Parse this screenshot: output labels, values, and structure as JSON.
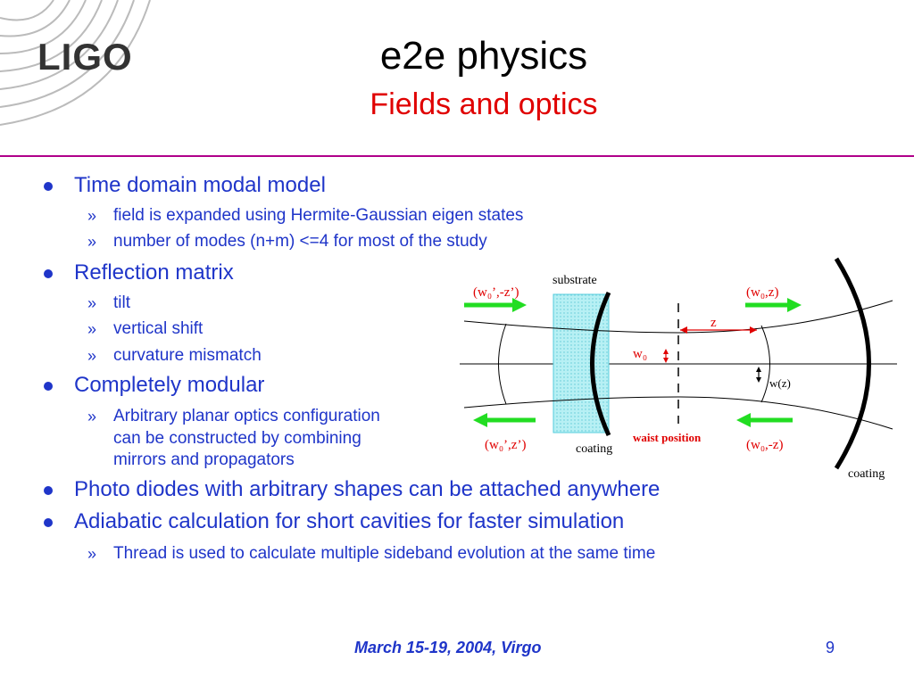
{
  "header": {
    "logo": "LIGO",
    "title": "e2e physics",
    "subtitle": "Fields and optics"
  },
  "bullets": [
    {
      "text": "Time domain modal model",
      "subs": [
        "field is expanded using Hermite-Gaussian eigen states",
        "number of modes (n+m) <=4 for most of the study"
      ]
    },
    {
      "text": "Reflection matrix",
      "subs": [
        "tilt",
        "vertical shift",
        "curvature mismatch"
      ]
    },
    {
      "text": "Completely modular",
      "subs": [
        "Arbitrary planar optics configuration",
        "can be constructed by combining",
        "mirrors and propagators"
      ]
    },
    {
      "text": "Photo diodes with arbitrary shapes can be attached anywhere"
    },
    {
      "text": "Adiabatic calculation for short cavities for faster simulation",
      "subs": [
        "Thread is used to calculate multiple sideband evolution at the same time"
      ]
    }
  ],
  "sub_marker": "»",
  "diagram": {
    "substrate": "substrate",
    "coating_left": "coating",
    "coating_right": "coating",
    "w0_prime_neg_z": "(w₀’,-z’)",
    "w0_z": "(w₀,z)",
    "w0_prime_z": "(w₀’,z’)",
    "w0_neg_z": "(w₀,-z)",
    "z": "z",
    "w0": "w₀",
    "wz": "w(z)",
    "waist_position": "waist position"
  },
  "footer": {
    "date": "March 15-19, 2004, Virgo",
    "page": "9"
  },
  "colors": {
    "text_blue": "#1f35c9",
    "accent_red": "#e00000",
    "rule": "#b0008a",
    "arrow_green": "#22dd22",
    "substrate_fill": "#b7f0f4"
  }
}
